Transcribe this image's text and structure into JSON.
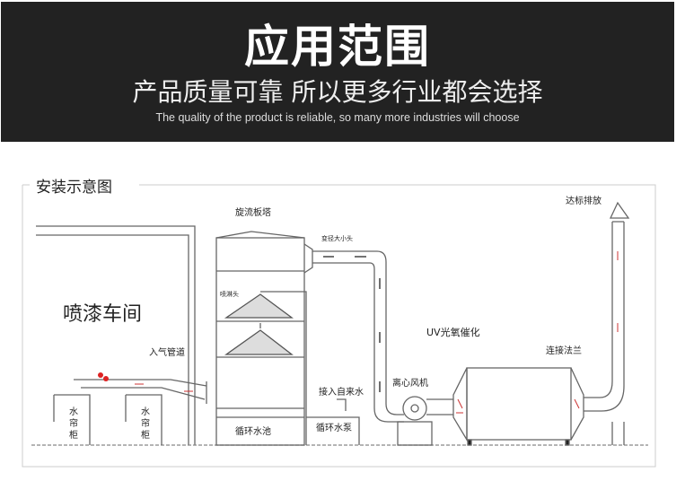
{
  "banner": {
    "title": "应用范围",
    "subtitle": "产品质量可靠 所以更多行业都会选择",
    "subtitle_en": "The quality of the product is reliable, so many more industries will choose"
  },
  "diagram": {
    "heading": "安装示意图",
    "labels": {
      "workshop": "喷漆车间",
      "tower": "旋流板塔",
      "reducer": "变径大小头",
      "spray_head": "喷淋头",
      "inlet_duct": "入气管道",
      "water_curtain_1": "水帘柜",
      "water_curtain_2": "水帘柜",
      "tap_water": "接入自来水",
      "circulation_pool": "循环水池",
      "circulation_pump": "循环水泵",
      "fan": "离心风机",
      "uv": "UV光氧催化",
      "flange": "连接法兰",
      "discharge": "达标排放"
    }
  }
}
